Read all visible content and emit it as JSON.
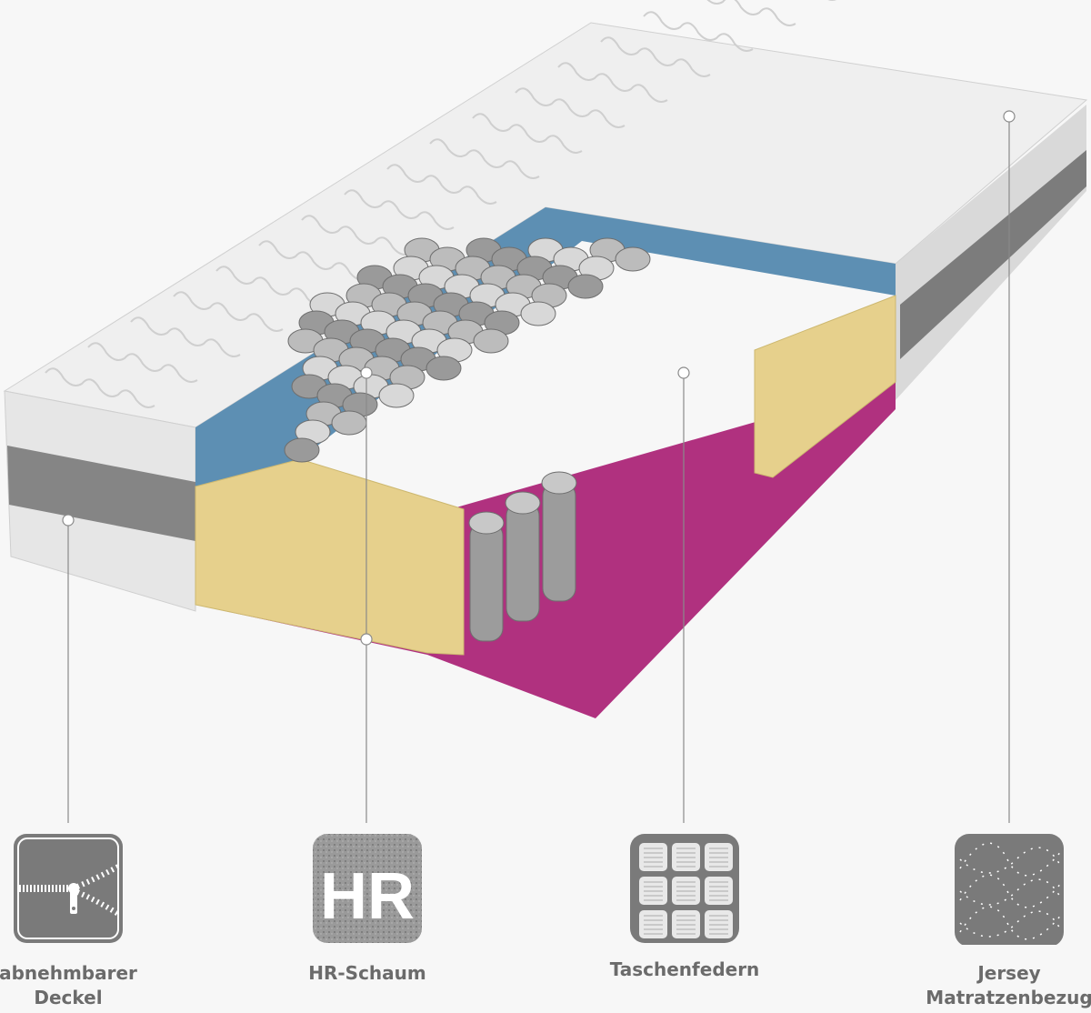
{
  "features": [
    {
      "icon": "zipper-icon",
      "line1": "abnehmbarer",
      "line2": "Deckel"
    },
    {
      "icon": "hr-foam-icon",
      "line1": "HR-Schaum",
      "icon_text": "HR"
    },
    {
      "icon": "pocket-springs-icon",
      "line1": "Taschenfedern"
    },
    {
      "icon": "jersey-fabric-icon",
      "line1": "Jersey",
      "line2": "Matratzenbezug"
    }
  ],
  "colors": {
    "background": "#f7f7f7",
    "cover": "#ececec",
    "band": "#8a8a8a",
    "blue_foam": "#5d8fb3",
    "yellow_foam": "#e6d08c",
    "base_foam": "#b0317f",
    "icon": "#7a7a7a",
    "label": "#6b6b6b"
  }
}
